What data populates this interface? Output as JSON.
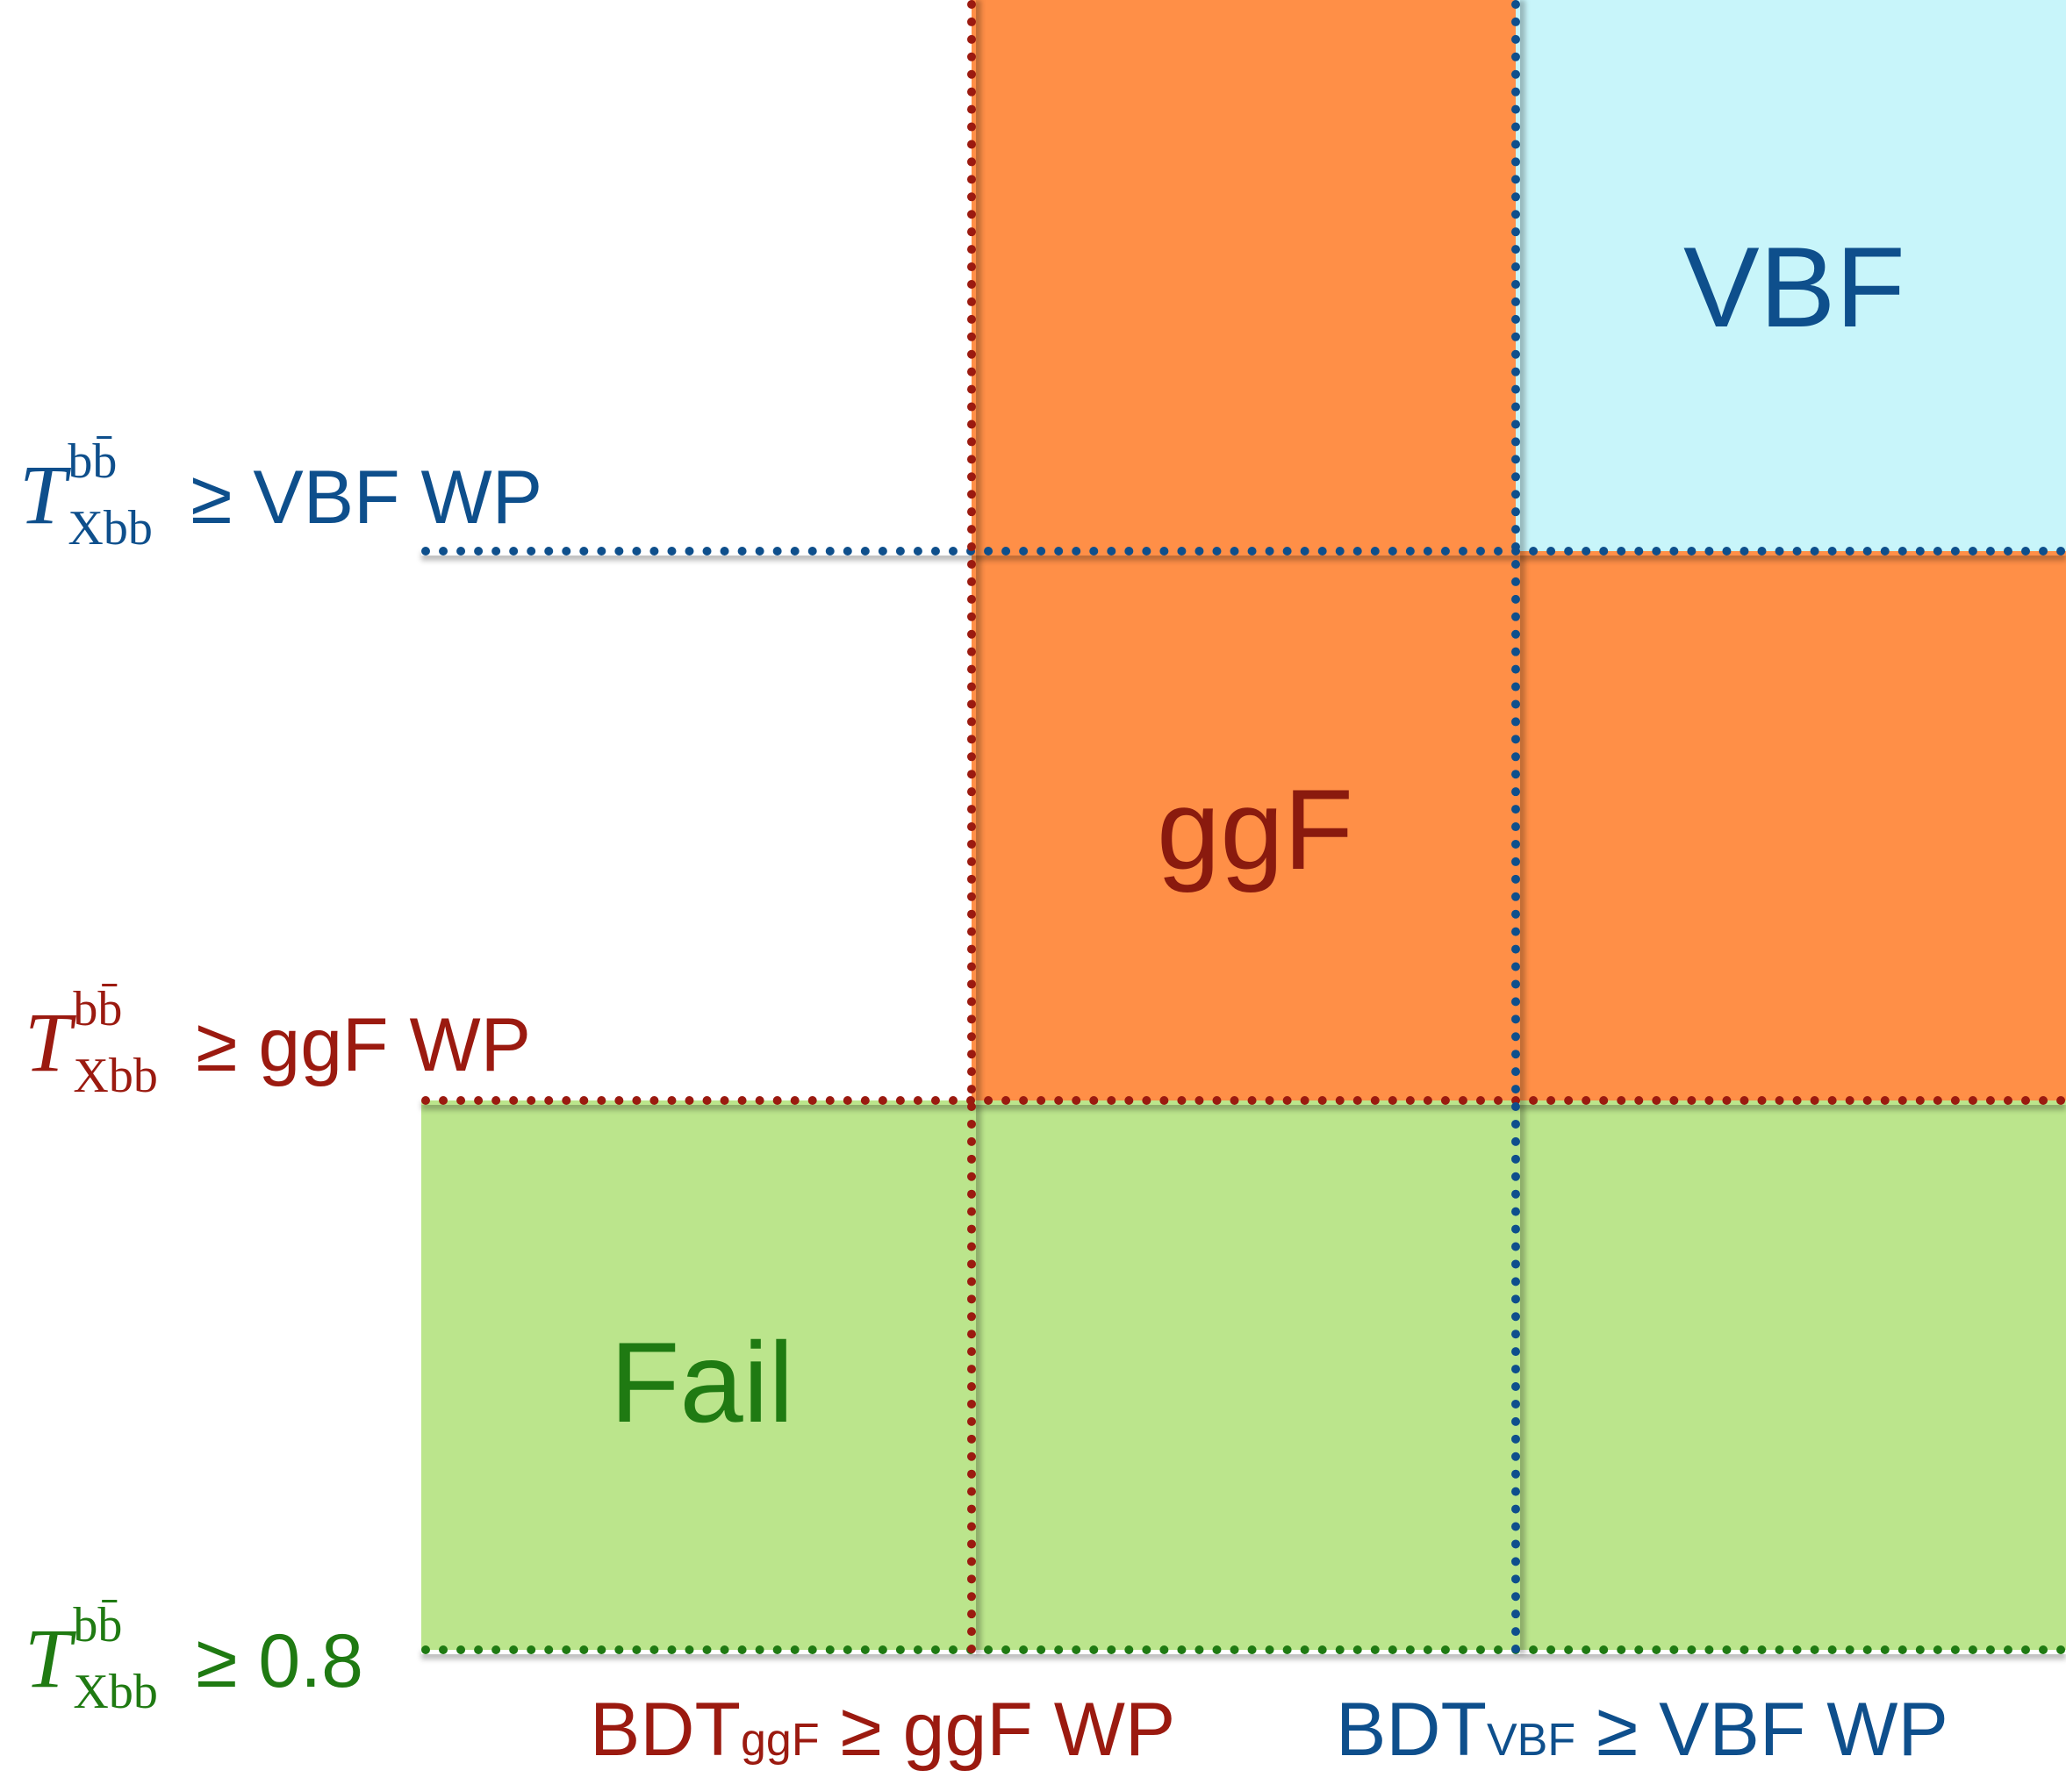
{
  "regions": {
    "vbf_label": "VBF",
    "ggf_label": "ggF",
    "fail_label": "Fail"
  },
  "y_thresholds": [
    {
      "symbol": "T",
      "superscript": "bb̄",
      "subscript": "Xbb",
      "condition": "≥ VBF WP"
    },
    {
      "symbol": "T",
      "superscript": "bb̄",
      "subscript": "Xbb",
      "condition": "≥ ggF WP"
    },
    {
      "symbol": "T",
      "superscript": "bb̄",
      "subscript": "Xbb",
      "condition": "≥ 0.8"
    }
  ],
  "x_thresholds": [
    {
      "base": "BDT",
      "subscript": "ggF",
      "condition": "≥ ggF WP"
    },
    {
      "base": "BDT",
      "subscript": "VBF",
      "condition": "≥ VBF WP"
    }
  ],
  "colors": {
    "vbf": "#0e4f8c",
    "ggf": "#9b1a10",
    "fail": "#1f7a12",
    "orange_fill": "#ff8f47",
    "cyan_fill": "#c8f5fa",
    "green_fill": "#bbe58c"
  }
}
